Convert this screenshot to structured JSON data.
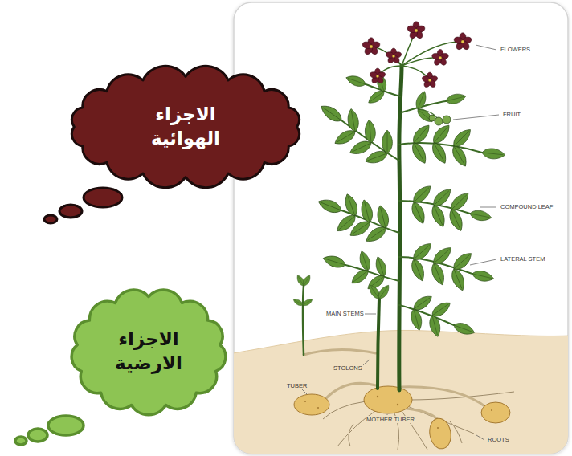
{
  "diagram": {
    "nodes": [
      {
        "text": [
          "الاجزاء الهوائية"
        ]
      },
      {
        "text": [
          "الاجزاء الارضية"
        ]
      }
    ],
    "labels": [
      "FLOWERS",
      "FRUIT",
      "COMPOUND LEAF",
      "LATERAL STEM",
      "MAIN STEMS",
      "STOLONS",
      "TUBER",
      "MOTHER TUBER",
      "ROOTS"
    ]
  }
}
